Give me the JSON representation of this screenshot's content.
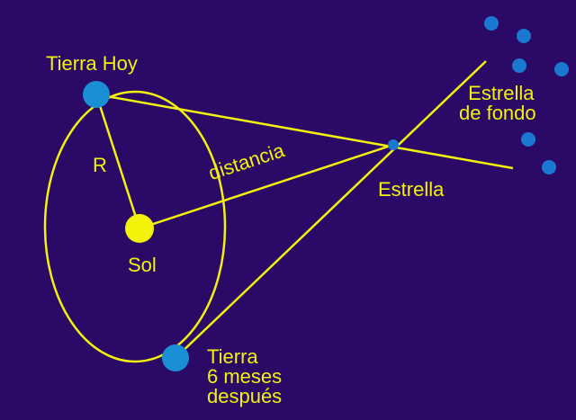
{
  "labels": {
    "earth_today": "Tierra Hoy",
    "radius": "R",
    "sun": "Sol",
    "distance": "distancia",
    "star": "Estrella",
    "background_star_line1": "Estrella",
    "background_star_line2": "de fondo",
    "earth_later_line1": "Tierra",
    "earth_later_line2": "6 meses",
    "earth_later_line3": "después"
  },
  "colors": {
    "background": "#2a0a66",
    "lines": "#f2f20a",
    "sun": "#f2f20a",
    "earth": "#1a8fd6",
    "stars": "#1a78d0",
    "text": "#f2f20a"
  }
}
